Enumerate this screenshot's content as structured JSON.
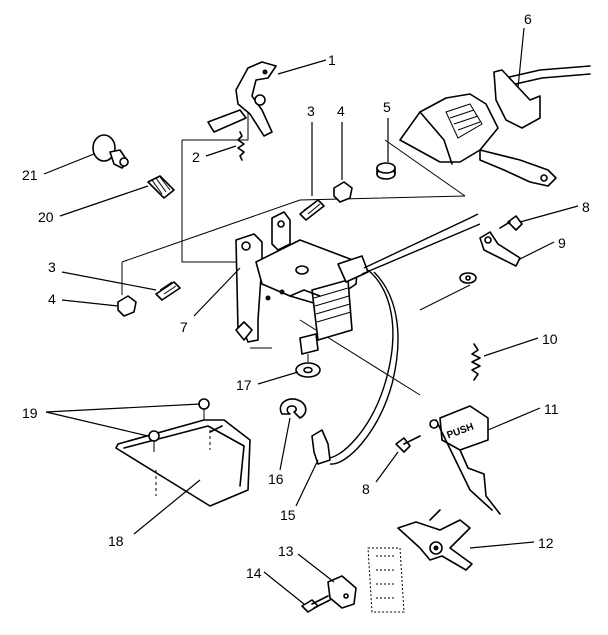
{
  "callouts": [
    {
      "id": "c1",
      "text": "1"
    },
    {
      "id": "c2",
      "text": "2"
    },
    {
      "id": "c3a",
      "text": "3"
    },
    {
      "id": "c4a",
      "text": "4"
    },
    {
      "id": "c5",
      "text": "5"
    },
    {
      "id": "c6",
      "text": "6"
    },
    {
      "id": "c8a",
      "text": "8"
    },
    {
      "id": "c9",
      "text": "9"
    },
    {
      "id": "c10",
      "text": "10"
    },
    {
      "id": "c11",
      "text": "11"
    },
    {
      "id": "c12",
      "text": "12"
    },
    {
      "id": "c13",
      "text": "13"
    },
    {
      "id": "c14",
      "text": "14"
    },
    {
      "id": "c15",
      "text": "15"
    },
    {
      "id": "c16",
      "text": "16"
    },
    {
      "id": "c17",
      "text": "17"
    },
    {
      "id": "c18",
      "text": "18"
    },
    {
      "id": "c19",
      "text": "19"
    },
    {
      "id": "c20",
      "text": "20"
    },
    {
      "id": "c21",
      "text": "21"
    },
    {
      "id": "c3b",
      "text": "3"
    },
    {
      "id": "c4b",
      "text": "4"
    },
    {
      "id": "c7",
      "text": "7"
    },
    {
      "id": "c8b",
      "text": "8"
    }
  ],
  "labels": {
    "push_text": "PUSH"
  }
}
